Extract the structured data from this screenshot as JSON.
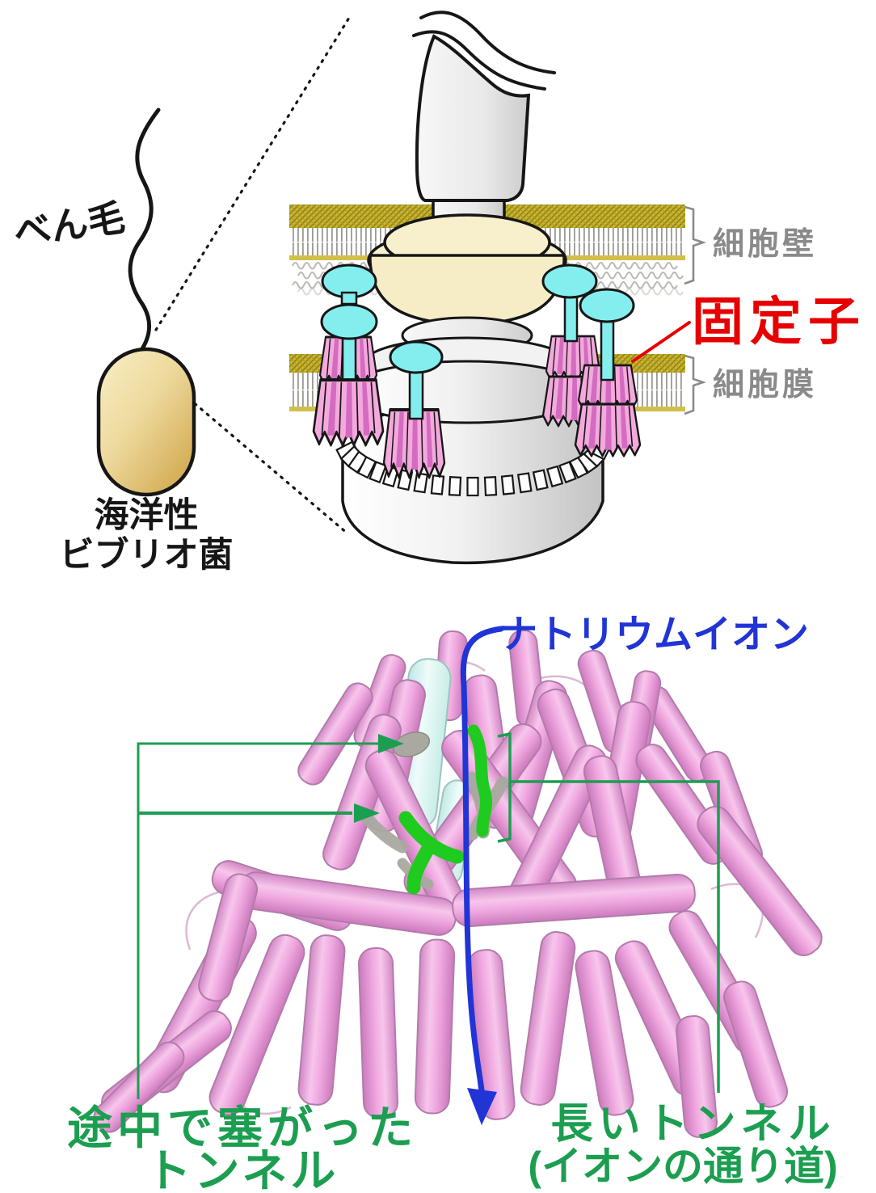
{
  "figure": {
    "bacterium_panel": {
      "flagellum_label": "べん毛",
      "organism_label_line1": "海洋性",
      "organism_label_line2": "ビブリオ菌"
    },
    "motor_panel": {
      "cell_wall_label": "細胞壁",
      "stator_label": "固定子",
      "cell_membrane_label": "細胞膜"
    },
    "protein_panel": {
      "sodium_ion_label": "ナトリウムイオン",
      "blocked_tunnel_label_line1": "途中で塞がった",
      "blocked_tunnel_label_line2": "トンネル",
      "long_tunnel_label_line1": "長いトンネル",
      "long_tunnel_label_line2": "(イオンの通り道)"
    },
    "colors": {
      "stator_label_red": "#e60000",
      "membrane_label_gray": "#8a8a8a",
      "tunnel_label_green": "#1c9e50",
      "sodium_label_blue": "#2134d6",
      "stator_pink": "#f2a0d8",
      "knob_cyan": "#84eeee",
      "membrane_olive": "#c9b42e",
      "bacterium_tan": "#e3bd6a",
      "helix_pink": "#f0abdf",
      "tunnel_green": "#1ecb1e",
      "tunnel_gray": "#a9a9a1",
      "rotor_cream": "#f8efcd"
    }
  }
}
